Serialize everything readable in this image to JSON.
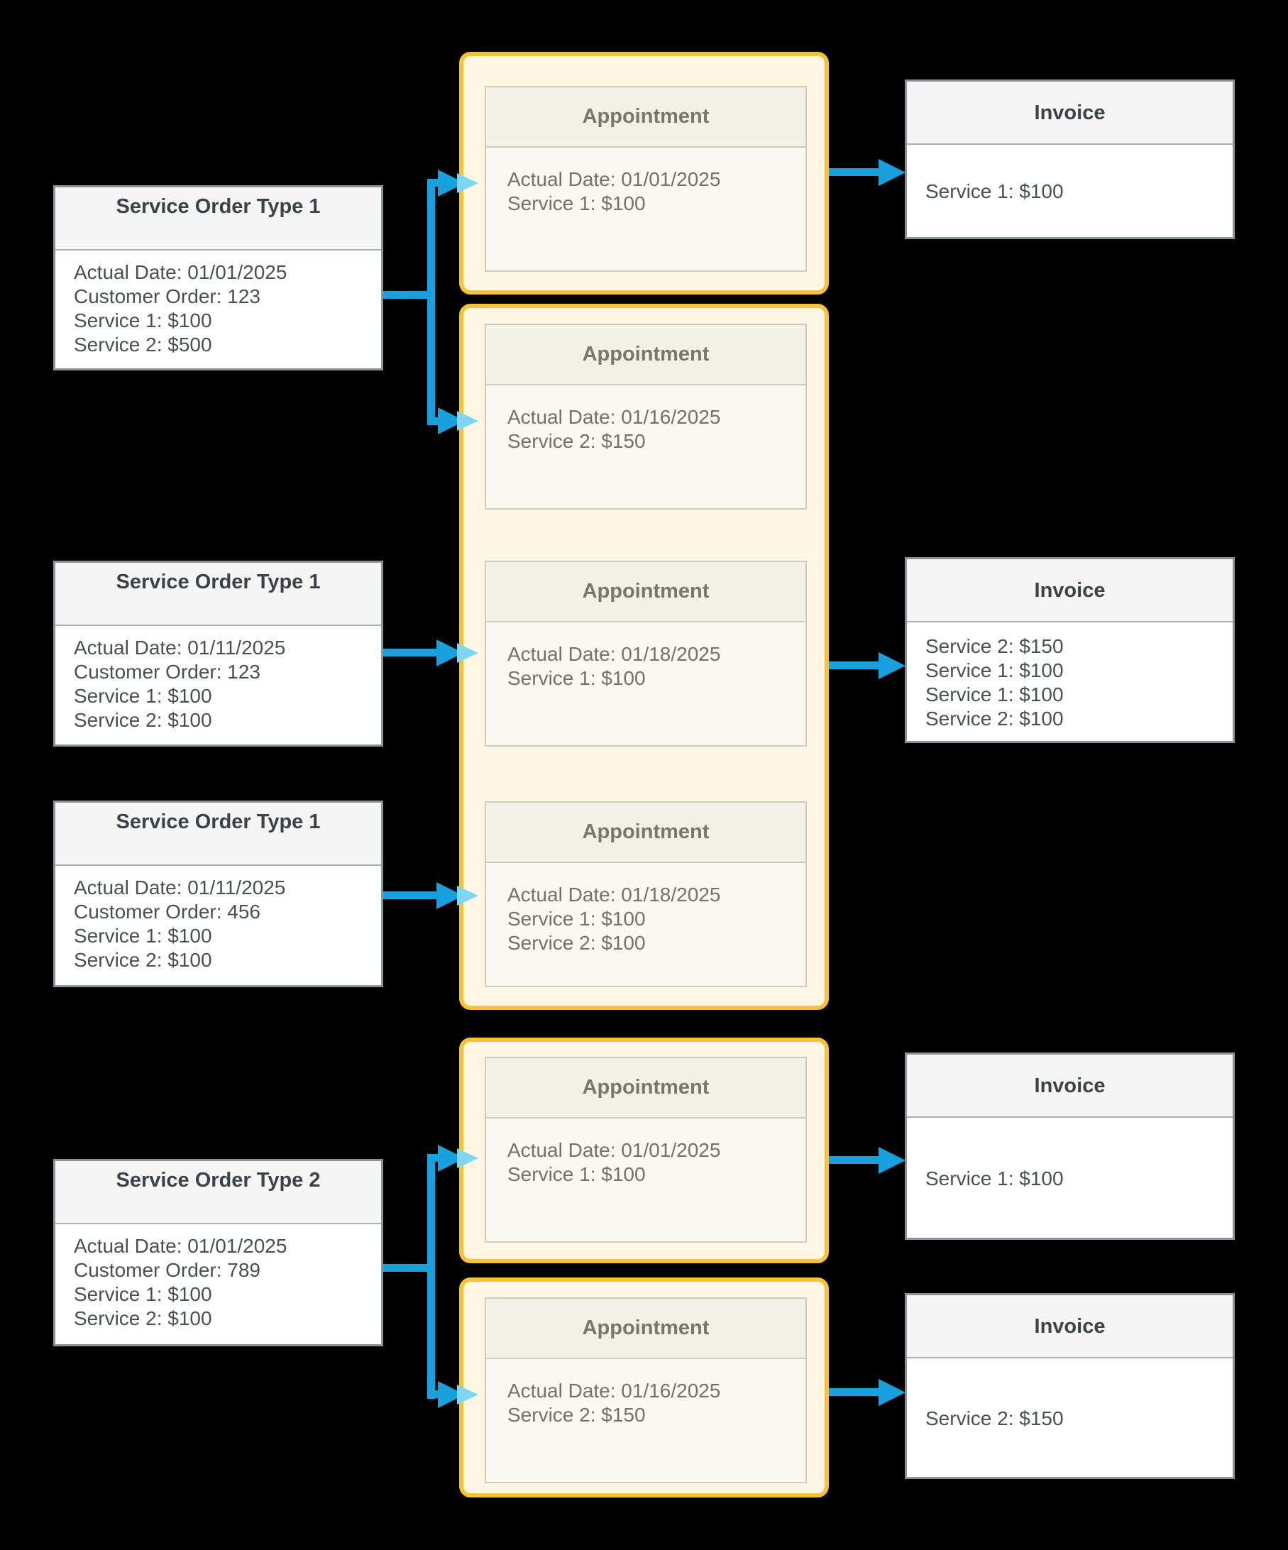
{
  "diagram": {
    "service_orders": [
      {
        "title": "Service Order Type 1",
        "lines": [
          "Actual Date: 01/01/2025",
          "Customer Order: 123",
          "Service 1: $100",
          "Service 2: $500"
        ]
      },
      {
        "title": "Service Order Type 1",
        "lines": [
          "Actual Date: 01/11/2025",
          "Customer Order: 123",
          "Service 1: $100",
          "Service 2: $100"
        ]
      },
      {
        "title": "Service Order Type 1",
        "lines": [
          "Actual Date: 01/11/2025",
          "Customer Order: 456",
          "Service 1: $100",
          "Service 2: $100"
        ]
      },
      {
        "title": "Service Order Type 2",
        "lines": [
          "Actual Date: 01/01/2025",
          "Customer Order: 789",
          "Service 1: $100",
          "Service 2: $100"
        ]
      }
    ],
    "appointments": [
      {
        "title": "Appointment",
        "lines": [
          "Actual Date: 01/01/2025",
          "Service 1: $100"
        ]
      },
      {
        "title": "Appointment",
        "lines": [
          "Actual Date: 01/16/2025",
          "Service 2: $150"
        ]
      },
      {
        "title": "Appointment",
        "lines": [
          "Actual Date: 01/18/2025",
          "Service 1: $100"
        ]
      },
      {
        "title": "Appointment",
        "lines": [
          "Actual Date: 01/18/2025",
          "Service 1: $100",
          "Service 2: $100"
        ]
      },
      {
        "title": "Appointment",
        "lines": [
          "Actual Date: 01/01/2025",
          "Service 1: $100"
        ]
      },
      {
        "title": "Appointment",
        "lines": [
          "Actual Date: 01/16/2025",
          "Service 2: $150"
        ]
      }
    ],
    "invoices": [
      {
        "title": "Invoice",
        "lines": [
          "Service 1: $100"
        ]
      },
      {
        "title": "Invoice",
        "lines": [
          "Service 2: $150",
          "Service 1: $100",
          "Service 1: $100",
          "Service 2: $100"
        ]
      },
      {
        "title": "Invoice",
        "lines": [
          "Service 1: $100"
        ]
      },
      {
        "title": "Invoice",
        "lines": [
          "Service 2: $150"
        ]
      }
    ],
    "colors": {
      "background": "#000000",
      "arrow_blue": "#18A1DC",
      "arrow_tip_light_blue": "#7FD6F2",
      "group_border_yellow": "#F7C236",
      "group_fill_cream": "#FFF7E4",
      "card_border_gray": "#8A9498",
      "card_header_gray": "#F5F5F5",
      "appointment_header_fill": "#F3F0E6",
      "appointment_body_fill": "#FBF8EF"
    }
  }
}
